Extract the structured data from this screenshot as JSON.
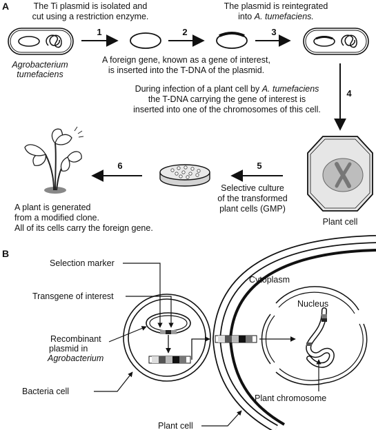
{
  "panel_a": {
    "label": "A",
    "step1_caption": [
      "The Ti plasmid is isolated and",
      "cut using a restriction enzyme."
    ],
    "step3_caption": [
      "The plasmid is reintegrated",
      "into "
    ],
    "step3_caption_italic": "A. tumefaciens.",
    "organism_label": [
      "Agrobacterium",
      "tumefaciens"
    ],
    "step2_caption": [
      "A foreign gene, known as a gene of interest,",
      "is inserted into the T-DNA of the plasmid."
    ],
    "step4_caption_line1_pre": "During infection of a plant cell by ",
    "step4_caption_line1_italic": "A. tumefaciens",
    "step4_caption_rest": [
      "the T-DNA carrying the gene of interest is",
      "inserted into one of the chromosomes of this cell."
    ],
    "step5_caption": [
      "Selective culture",
      "of the transformed",
      "plant cells (GMP)"
    ],
    "step6_caption": [
      "A plant is generated",
      "from a modified clone.",
      "All of its cells carry the foreign gene."
    ],
    "plant_cell_label": "Plant cell",
    "steps": [
      "1",
      "2",
      "3",
      "4",
      "5",
      "6"
    ]
  },
  "panel_b": {
    "label": "B",
    "selection_marker": "Selection marker",
    "transgene": "Transgene of interest",
    "recombinant": [
      "Recombinant",
      "plasmid in"
    ],
    "recombinant_italic": "Agrobacterium",
    "bacteria_cell": "Bacteria cell",
    "cytoplasm": "Cytoplasm",
    "nucleus": "Nucleus",
    "plant_chromosome": "Plant chromosome",
    "plant_cell": "Plant cell"
  },
  "colors": {
    "ink": "#111111",
    "cell_fill": "#e6e6e6",
    "chromosome": "#8a8a8a",
    "dish": "#d4d4d4",
    "wall": "#bdbdbd"
  }
}
